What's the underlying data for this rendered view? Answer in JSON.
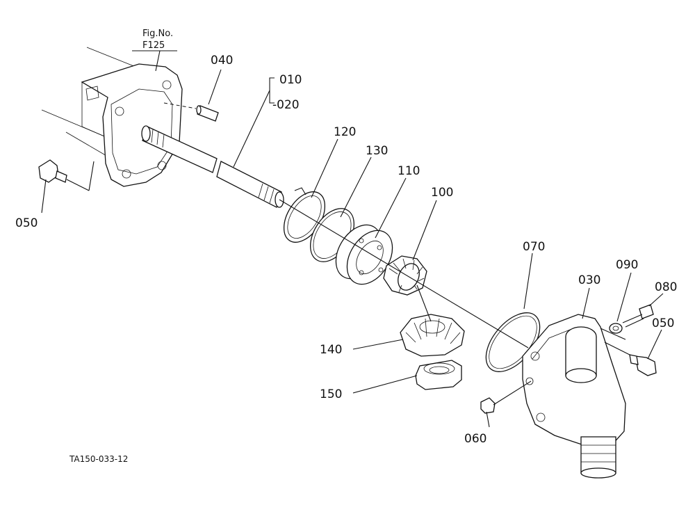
{
  "figure_ref": {
    "line1": "Fig.No.",
    "line2": "F125"
  },
  "callouts": {
    "p010": "010",
    "p020": "-020",
    "p030": "030",
    "p040": "040",
    "p050a": "050",
    "p050b": "050",
    "p060": "060",
    "p070": "070",
    "p080": "080",
    "p090": "090",
    "p100": "100",
    "p110": "110",
    "p120": "120",
    "p130": "130",
    "p140": "140",
    "p150": "150"
  },
  "drawing_code": "TA150-033-12",
  "colors": {
    "ink": "#111111",
    "paper": "#ffffff"
  }
}
